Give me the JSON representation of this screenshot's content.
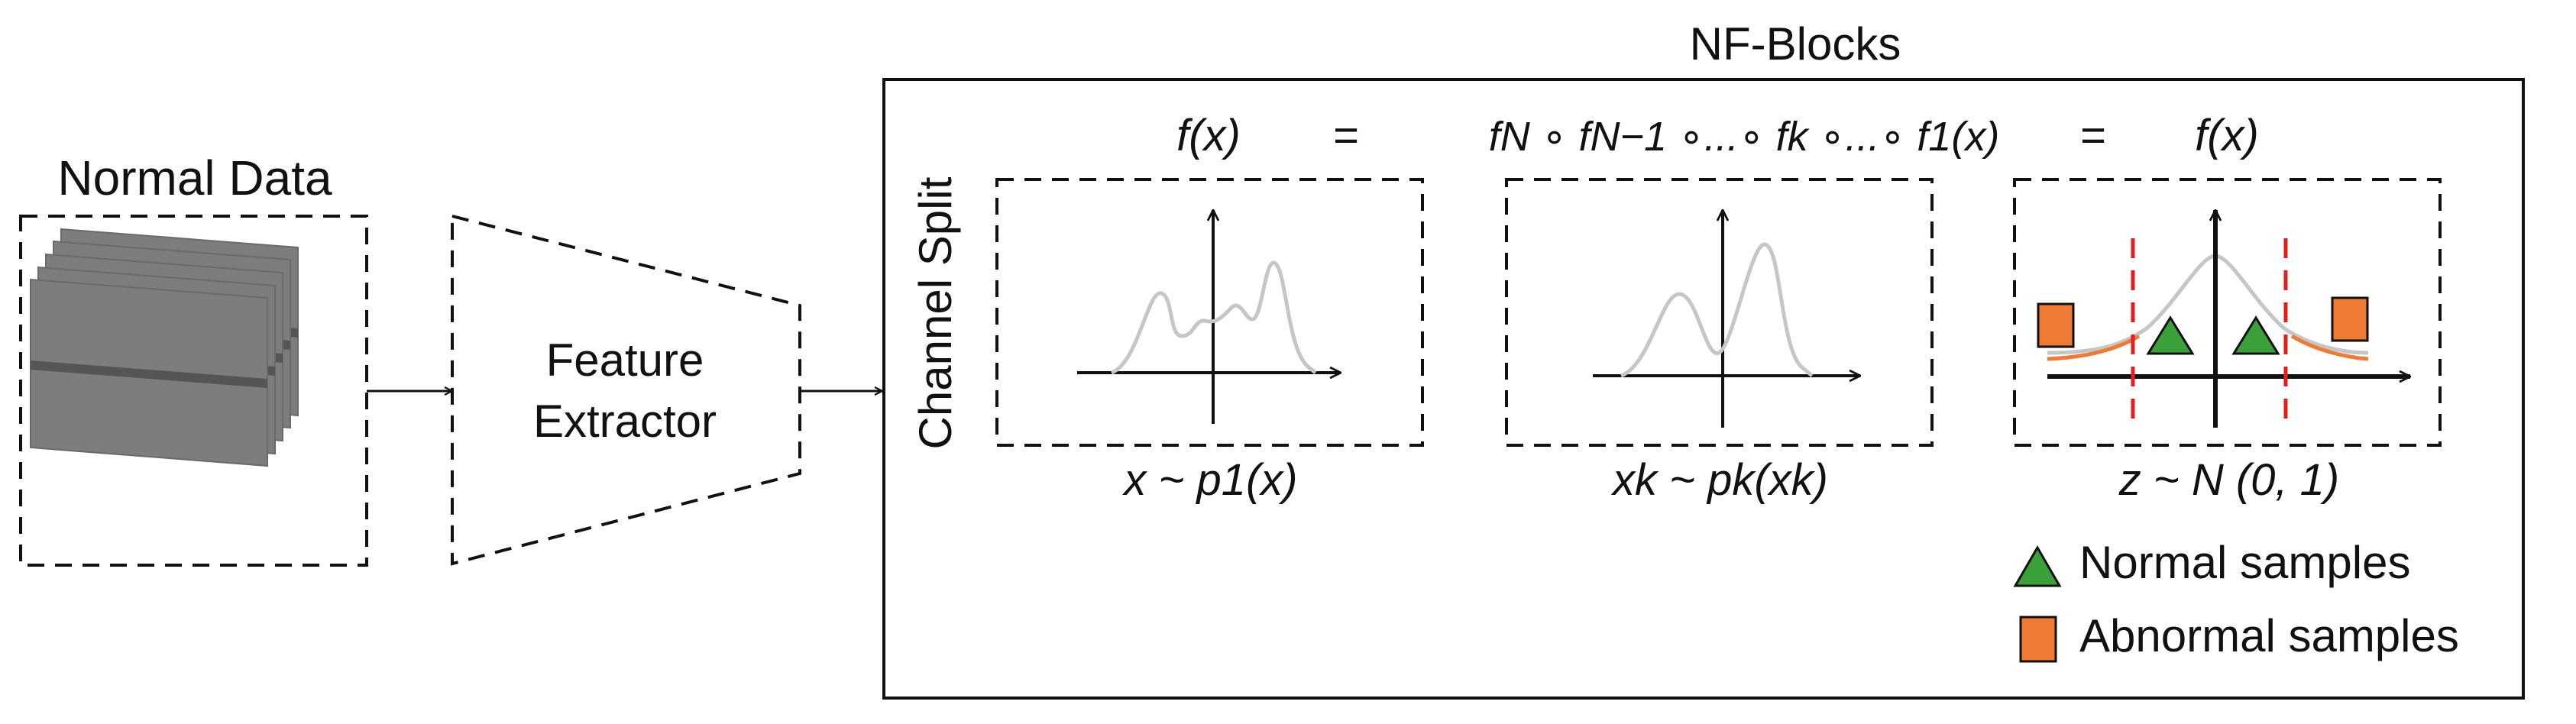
{
  "input": {
    "title": "Normal Data"
  },
  "extractor": {
    "line1": "Feature",
    "line2": "Extractor"
  },
  "nf": {
    "title": "NF-Blocks",
    "side_label": "Channel Split",
    "equation": {
      "lhs": "f(x)",
      "eq1": "=",
      "composition": "fN ∘ fN−1 ∘...∘ fk ∘...∘ f1(x)",
      "eq2": "=",
      "rhs": "f(x)"
    },
    "panels": [
      {
        "caption": "x ~ p1(x)"
      },
      {
        "caption": "xk ~ pk(xk)"
      },
      {
        "caption": "z ~ N (0, 1)"
      }
    ],
    "legend": [
      {
        "label": "Normal samples",
        "shape": "triangle",
        "color": "#3aa13a"
      },
      {
        "label": "Abnormal samples",
        "shape": "square",
        "color": "#ee7a33"
      }
    ]
  },
  "colors": {
    "curve": "#c6c6c6",
    "boundary": "#e02020",
    "gaussian_tail": "#ee7a33"
  }
}
